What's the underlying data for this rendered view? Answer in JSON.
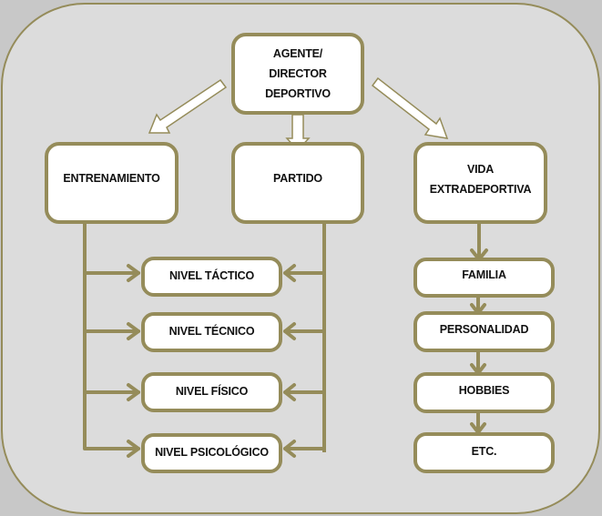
{
  "diagram": {
    "root": {
      "lines": [
        "AGENTE/",
        "DIRECTOR",
        "DEPORTIVO"
      ]
    },
    "level1": [
      {
        "id": "entrenamiento",
        "lines": [
          "ENTRENAMIENTO"
        ]
      },
      {
        "id": "partido",
        "lines": [
          "PARTIDO"
        ]
      },
      {
        "id": "vida",
        "lines": [
          "VIDA",
          "EXTRADEPORTIVA"
        ]
      }
    ],
    "niveles": [
      {
        "label": "NIVEL TÁCTICO"
      },
      {
        "label": "NIVEL TÉCNICO"
      },
      {
        "label": "NIVEL FÍSICO"
      },
      {
        "label": "NIVEL PSICOLÓGICO"
      }
    ],
    "vida_items": [
      {
        "label": "FAMILIA"
      },
      {
        "label": "PERSONALIDAD"
      },
      {
        "label": "HOBBIES"
      },
      {
        "label": "ETC."
      }
    ],
    "colors": {
      "accent": "#958c5a",
      "panel": "#dcdcdc",
      "outer": "#c8c8c8",
      "box": "#ffffff",
      "text": "#111111"
    }
  }
}
